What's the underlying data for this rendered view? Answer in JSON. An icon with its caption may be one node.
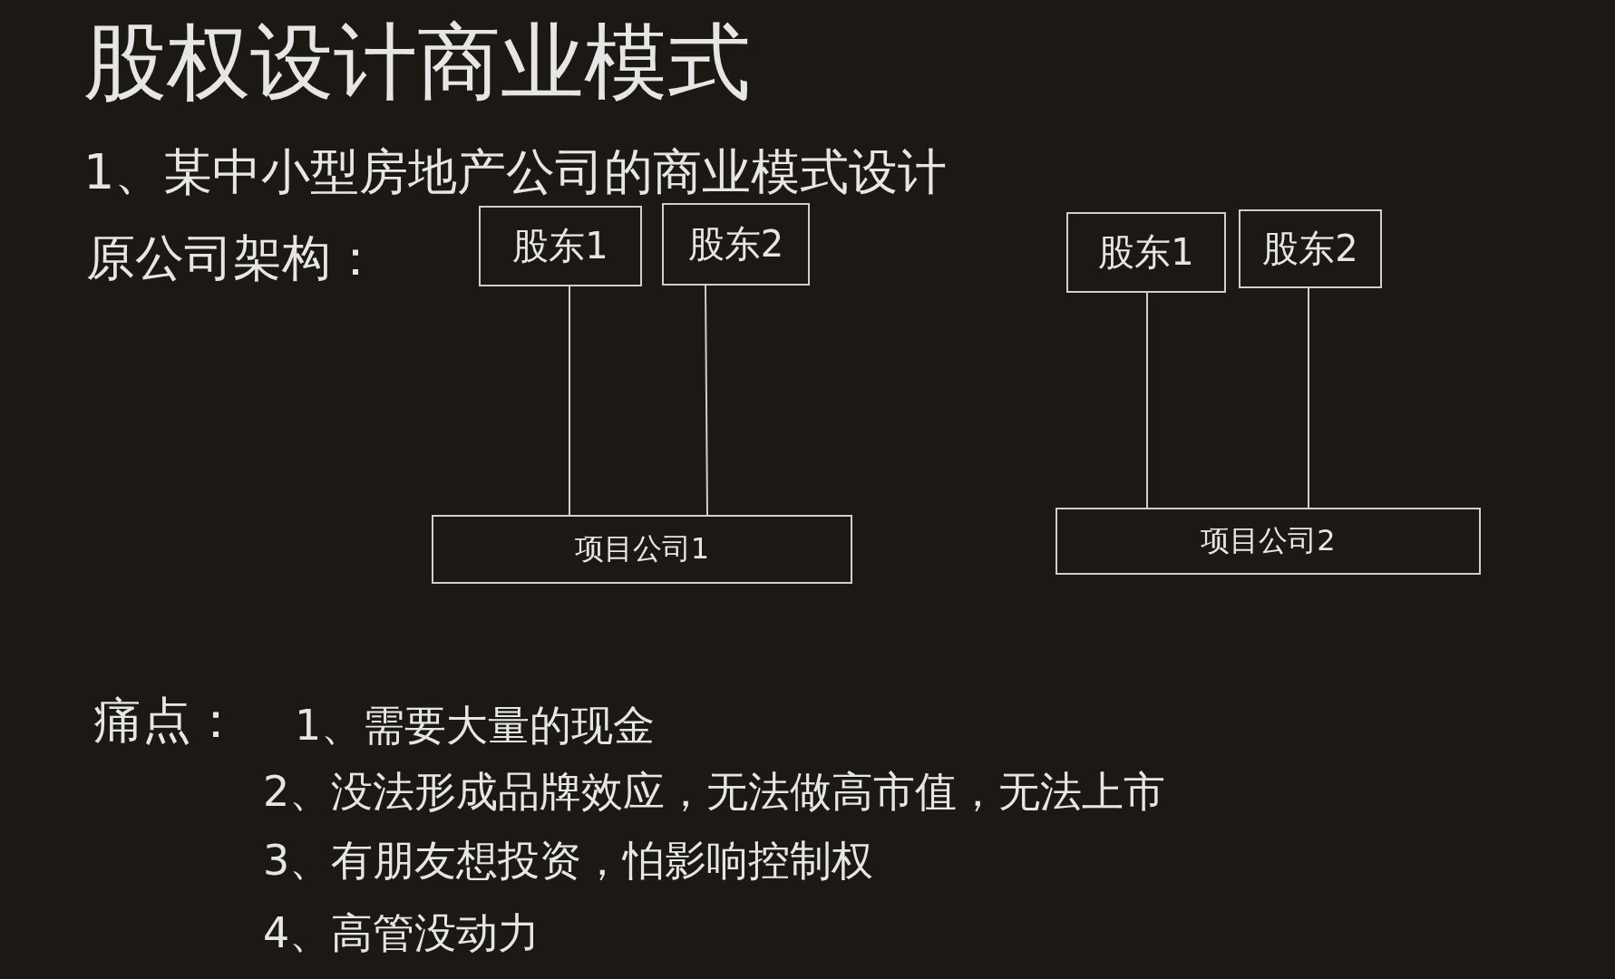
{
  "diagram": {
    "title": "股权设计商业模式",
    "nodes": [
      {
        "text": [
          "股东1"
        ]
      },
      {
        "text": [
          "股东2"
        ]
      },
      {
        "text": [
          "项目公司1"
        ]
      },
      {
        "text": [
          "股东1"
        ]
      },
      {
        "text": [
          "股东2"
        ]
      },
      {
        "text": [
          "项目公司2"
        ]
      }
    ],
    "edges": [
      {
        "from": 0,
        "to": 2,
        "arrow": "none"
      },
      {
        "from": 1,
        "to": 2,
        "arrow": "none"
      },
      {
        "from": 3,
        "to": 5,
        "arrow": "none"
      },
      {
        "from": 4,
        "to": 5,
        "arrow": "none"
      }
    ],
    "labels": [
      "1、某中小型房地产公司的商业模式设计",
      "原公司架构：",
      "痛点：",
      "1、需要大量的现金",
      "2、没法形成品牌效应，无法做高市值，无法上市",
      "3、有朋友想投资，怕影响控制权",
      "4、高管没动力"
    ]
  }
}
